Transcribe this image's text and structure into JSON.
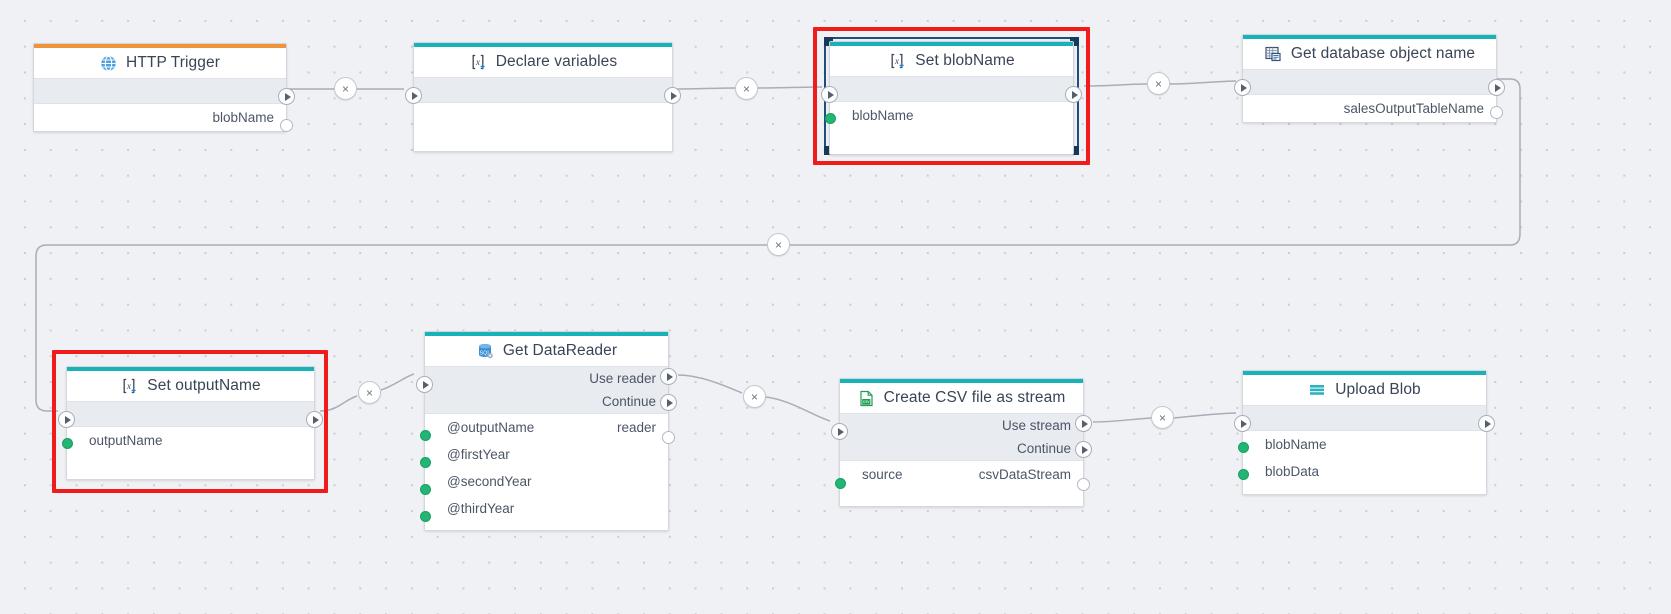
{
  "canvas": {
    "background_color": "#f0f1f5",
    "grid_dot_color": "#c9ccd6"
  },
  "theme": {
    "accent_teal": "#18b3b7",
    "accent_orange": "#f0943c",
    "selection_blue": "#1b4f7e",
    "highlight_red": "#f01c1c",
    "port_green": "#21b573",
    "band_gray": "#e8ebf0",
    "text": "#394456"
  },
  "nodes": [
    {
      "id": "http-trigger",
      "title": "HTTP Trigger",
      "icon": "http-trigger-icon",
      "accent": "orange",
      "band_rows": [],
      "body_rows": [
        {
          "left": "",
          "right": "blobName"
        }
      ],
      "selected": false,
      "highlighted": false
    },
    {
      "id": "declare-variables",
      "title": "Declare variables",
      "icon": "set-variable-icon",
      "accent": "teal",
      "band_rows": [],
      "body_rows": [],
      "selected": false,
      "highlighted": false
    },
    {
      "id": "set-blobname",
      "title": "Set blobName",
      "icon": "set-variable-icon",
      "accent": "teal",
      "band_rows": [],
      "body_rows": [
        {
          "left": "blobName",
          "right": ""
        }
      ],
      "selected": true,
      "highlighted": true
    },
    {
      "id": "get-database-object-name",
      "title": "Get database object name",
      "icon": "database-object-icon",
      "accent": "teal",
      "band_rows": [],
      "body_rows": [
        {
          "left": "",
          "right": "salesOutputTableName"
        }
      ],
      "selected": false,
      "highlighted": false
    },
    {
      "id": "set-outputname",
      "title": "Set outputName",
      "icon": "set-variable-icon",
      "accent": "teal",
      "band_rows": [],
      "body_rows": [
        {
          "left": "outputName",
          "right": ""
        }
      ],
      "selected": false,
      "highlighted": true
    },
    {
      "id": "get-datareader",
      "title": "Get DataReader",
      "icon": "sql-database-icon",
      "accent": "teal",
      "band_rows": [
        "Use reader",
        "Continue"
      ],
      "body_rows": [
        {
          "left": "@outputName",
          "right": "reader"
        },
        {
          "left": "@firstYear",
          "right": ""
        },
        {
          "left": "@secondYear",
          "right": ""
        },
        {
          "left": "@thirdYear",
          "right": ""
        }
      ],
      "selected": false,
      "highlighted": false
    },
    {
      "id": "create-csv-file-as-stream",
      "title": "Create CSV file as stream",
      "icon": "csv-file-icon",
      "accent": "teal",
      "band_rows": [
        "Use stream",
        "Continue"
      ],
      "body_rows": [
        {
          "left": "source",
          "right": "csvDataStream"
        }
      ],
      "selected": false,
      "highlighted": false
    },
    {
      "id": "upload-blob",
      "title": "Upload Blob",
      "icon": "blob-storage-icon",
      "accent": "teal",
      "band_rows": [],
      "body_rows": [
        {
          "left": "blobName",
          "right": ""
        },
        {
          "left": "blobData",
          "right": ""
        }
      ],
      "selected": false,
      "highlighted": false
    }
  ],
  "edge_badges": [
    {
      "label": "×",
      "name": "edge-delete-http-to-declare"
    },
    {
      "label": "×",
      "name": "edge-delete-declare-to-setblob"
    },
    {
      "label": "×",
      "name": "edge-delete-setblob-to-getdb"
    },
    {
      "label": "×",
      "name": "edge-delete-getdb-to-setoutput"
    },
    {
      "label": "×",
      "name": "edge-delete-setoutput-to-datareader"
    },
    {
      "label": "×",
      "name": "edge-delete-datareader-to-csv"
    },
    {
      "label": "×",
      "name": "edge-delete-csv-to-upload"
    }
  ]
}
